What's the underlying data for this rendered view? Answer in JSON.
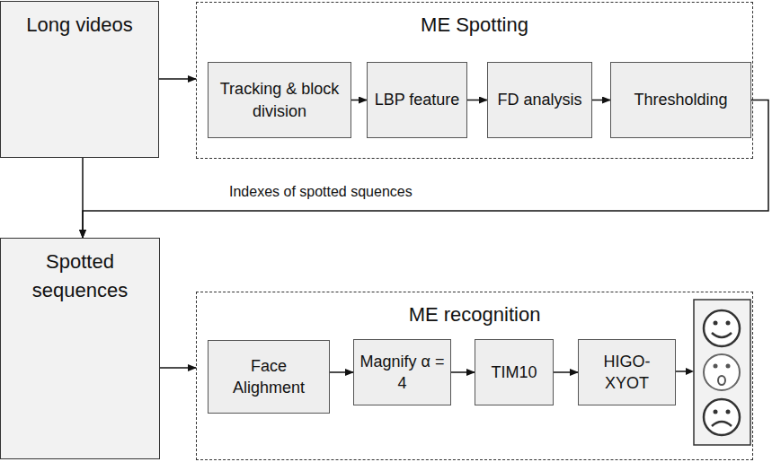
{
  "diagram": {
    "nodes": [
      {
        "text": [
          "Long videos"
        ]
      },
      {
        "text": [
          "ME Spotting"
        ]
      },
      {
        "text": [
          "Tracking & block division"
        ],
        "in": 1
      },
      {
        "text": [
          "LBP feature"
        ],
        "in": 1
      },
      {
        "text": [
          "FD analysis"
        ],
        "in": 1
      },
      {
        "text": [
          "Thresholding"
        ],
        "in": 1
      },
      {
        "text": [
          "Spotted sequences"
        ]
      },
      {
        "text": [
          "ME recognition"
        ]
      },
      {
        "text": [
          "Face Alighment"
        ],
        "in": 7
      },
      {
        "text": [
          "Magnify α = 4"
        ],
        "in": 7
      },
      {
        "text": [
          "TIM10"
        ],
        "in": 7
      },
      {
        "text": [
          "HIGO-XYOT"
        ],
        "in": 7
      }
    ],
    "edges": [
      {
        "from": 0,
        "to": 1,
        "arrow": "to"
      },
      {
        "from": 2,
        "to": 3,
        "arrow": "to"
      },
      {
        "from": 3,
        "to": 4,
        "arrow": "to"
      },
      {
        "from": 4,
        "to": 5,
        "arrow": "to"
      },
      {
        "from": 5,
        "to": 6,
        "label": "Indexes of spotted squences",
        "arrow": "to"
      },
      {
        "from": 0,
        "to": 6,
        "arrow": "to"
      },
      {
        "from": 6,
        "to": 7,
        "arrow": "to"
      },
      {
        "from": 8,
        "to": 9,
        "arrow": "to"
      },
      {
        "from": 9,
        "to": 10,
        "arrow": "to"
      },
      {
        "from": 10,
        "to": 11,
        "arrow": "to"
      }
    ]
  }
}
